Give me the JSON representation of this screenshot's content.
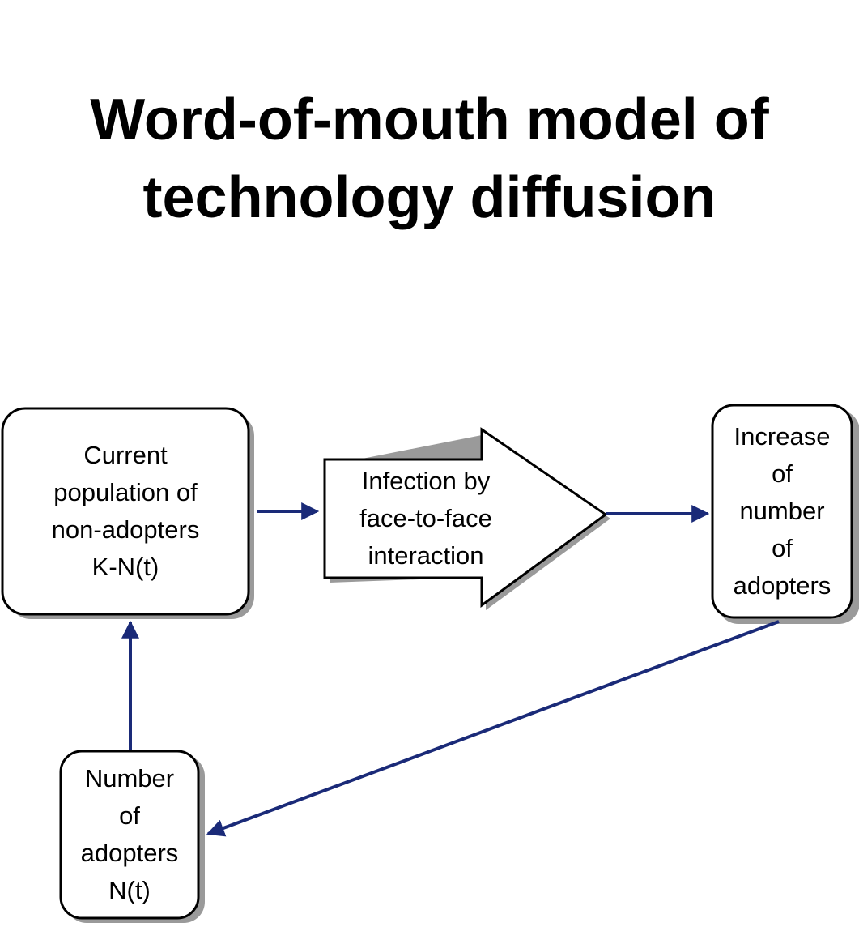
{
  "title": {
    "line1": "Word-of-mouth model of",
    "line2": "technology diffusion"
  },
  "nodes": {
    "non_adopters": {
      "lines": [
        "Current",
        "population of",
        "non-adopters",
        "K-N(t)"
      ]
    },
    "infection": {
      "lines": [
        "Infection by",
        "face-to-face",
        "interaction"
      ]
    },
    "increase": {
      "lines": [
        "Increase",
        "of",
        "number",
        "of",
        "adopters"
      ]
    },
    "adopters": {
      "lines": [
        "Number",
        "of",
        "adopters",
        "N(t)"
      ]
    }
  },
  "colors": {
    "arrow": "#1a2a78",
    "shadow": "#9a9a9a",
    "box_border": "#000000",
    "box_fill": "#ffffff"
  }
}
